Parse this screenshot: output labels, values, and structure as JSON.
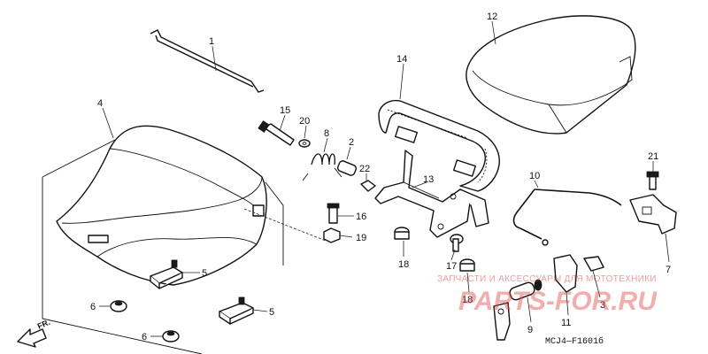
{
  "diagram": {
    "callouts": [
      {
        "id": "c1",
        "label": "1"
      },
      {
        "id": "c2",
        "label": "2"
      },
      {
        "id": "c3",
        "label": "3"
      },
      {
        "id": "c4",
        "label": "4"
      },
      {
        "id": "c5a",
        "label": "5"
      },
      {
        "id": "c5b",
        "label": "5"
      },
      {
        "id": "c6a",
        "label": "6"
      },
      {
        "id": "c6b",
        "label": "6"
      },
      {
        "id": "c7",
        "label": "7"
      },
      {
        "id": "c8",
        "label": "8"
      },
      {
        "id": "c9",
        "label": "9"
      },
      {
        "id": "c10",
        "label": "10"
      },
      {
        "id": "c11",
        "label": "11"
      },
      {
        "id": "c12",
        "label": "12"
      },
      {
        "id": "c13",
        "label": "13"
      },
      {
        "id": "c14",
        "label": "14"
      },
      {
        "id": "c15",
        "label": "15"
      },
      {
        "id": "c16",
        "label": "16"
      },
      {
        "id": "c17",
        "label": "17"
      },
      {
        "id": "c18a",
        "label": "18"
      },
      {
        "id": "c18b",
        "label": "18"
      },
      {
        "id": "c19",
        "label": "19"
      },
      {
        "id": "c20",
        "label": "20"
      },
      {
        "id": "c21",
        "label": "21"
      },
      {
        "id": "c22",
        "label": "22"
      }
    ],
    "diagram_code": "MCJ4—F1601б",
    "front_marker": "FR."
  },
  "watermark": {
    "tagline": "ЗАПЧАСТИ И АКСЕССУАРЫ ДЛЯ МОТОТЕХНИКИ",
    "logo": "PARTS-FOR.RU"
  },
  "colors": {
    "ink": "#111111",
    "watermark": "#e34b4b",
    "background": "#ffffff"
  }
}
